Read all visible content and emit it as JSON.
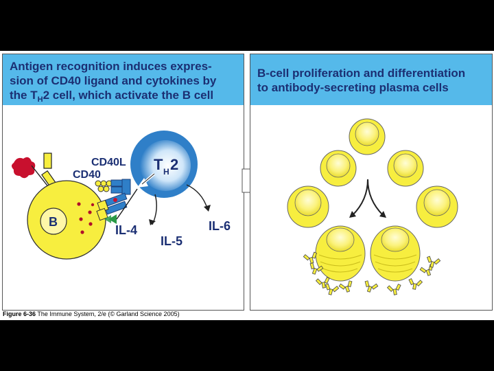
{
  "left_panel": {
    "header_line1": "Antigen recognition induces expres-",
    "header_line2": "sion of CD40 ligand and cytokines by",
    "header_line3_pre": "the T",
    "header_line3_sub": "H",
    "header_line3_post": "2 cell, which activate the B cell",
    "labels": {
      "cd40l": "CD40L",
      "cd40": "CD40",
      "th_main": "T",
      "th_sub": "H",
      "th_num": "2",
      "b_cell": "B",
      "il4": "IL-4",
      "il5": "IL-5",
      "il6": "IL-6"
    }
  },
  "right_panel": {
    "header_line1": "B-cell proliferation and differentiation",
    "header_line2": "to antibody-secreting plasma cells"
  },
  "caption": {
    "figure_label": "Figure 6-36",
    "text": " The Immune System, 2/e (© Garland Science 2005)"
  },
  "colors": {
    "header_blue": "#55b9ea",
    "header_text": "#1b2f73",
    "b_cell_yellow": "#f7ee3f",
    "th_cell_blue": "#2f7fc8",
    "antigen_red": "#c8102e",
    "il4_green": "#2a9a46"
  }
}
